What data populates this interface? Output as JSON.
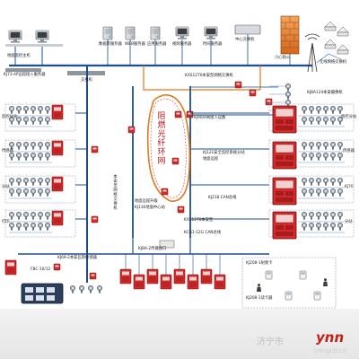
{
  "colors": {
    "bus": "#1e4f8c",
    "fiber": "#e07a1e",
    "ring": "#d43a3a",
    "switch_red": "#c82525",
    "sensor_line": "#6d8fb8",
    "antenna_wire": "#3a6db0",
    "footer": "#e6e6e6"
  },
  "icons": {
    "workstation": "computer-icon",
    "server": "server-icon",
    "switch_box": "red-switch-box-icon",
    "sensor": "gas-sensor-icon",
    "firewall": "firewall-icon",
    "wifi_ap": "wireless-ap-icon",
    "radio_antenna": "radio-tower-icon"
  },
  "labels": {
    "top_workstation": "地面监控主机",
    "top_left_bus": "KJ73-4P远程接入服务器",
    "switch_center": "交换机",
    "server_1": "数据库服务器",
    "server_2": "WEB服务器",
    "server_3": "应用服务器",
    "server_4": "视频服务器",
    "server_5": "时间服务器",
    "router_top": "中心交换机",
    "firewall": "小心防火",
    "ap_label": "无线网络交换机",
    "kxs_1": "KXS1270本安型网络交换机",
    "kxs_2": "KJ90环网接入设备",
    "kjb": "KJBA124本安摄像机",
    "ring_vertical": "阻燃光纤环网",
    "kj_mid": "KJ121安全监控系统分站",
    "kj_mid2": "地面远程",
    "kj_center_box": "地面远程升级",
    "kj_center2": "KJ130地面中心站",
    "kxs_lower": "KXS1270本安型",
    "can_bus": "KJ218 CAN总线",
    "kcg": "KCG1-12G CAN总线",
    "kj_gas_l": "KJ69-2本安瓦斯传感器",
    "kj_vert_left": "本安型网络交换机",
    "fbc_l": "FBC-10/12",
    "kj_lower_mid": "KJBA-2传输接口",
    "kj_right_low": "KJ208-1射频卡",
    "kj_right_low2": "KJ208-1射频卡",
    "kj_bottom": "KJ208-1读卡器",
    "left_tag_1": "监控分站",
    "left_tag_2": "传感器",
    "left_tag_3": "分站",
    "left_tag_4": "打印",
    "right_tag_1": "监控分站",
    "right_tag_2": "传感器",
    "right_tag_3": "KJ70",
    "right_tag_4": "分站"
  },
  "watermark": {
    "city": "济宁市",
    "brand": "ynn",
    "domain": "jnmgcb.cn"
  }
}
